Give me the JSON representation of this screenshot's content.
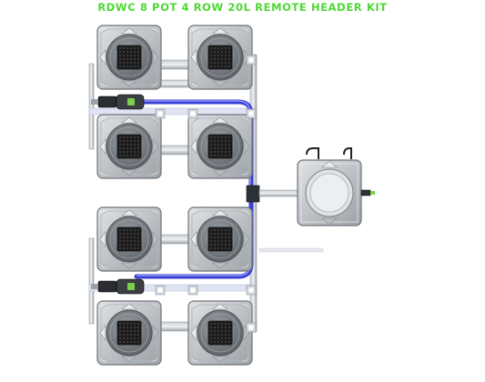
{
  "header": {
    "title": "RDWC 8 POT 4 ROW 20L REMOTE HEADER KIT",
    "title_color": "#4dd834"
  },
  "kit": {
    "pot_count": 8,
    "row_count": 4,
    "remote_header_tank_count": 1,
    "tubing_color": "#3a3fd8",
    "pot_color": "#c4c8cc",
    "lid_color": "#858a8f",
    "net_pot_color": "#2c2c2c"
  }
}
